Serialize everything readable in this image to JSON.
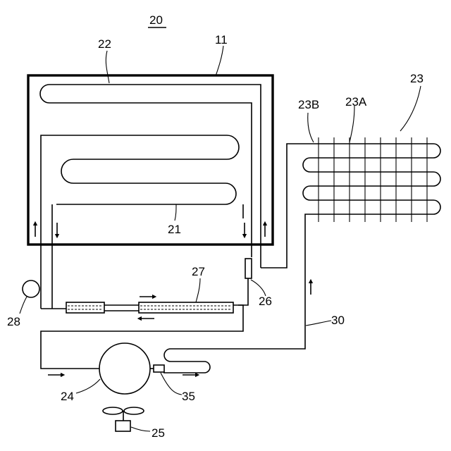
{
  "figure_label": "20",
  "labels": {
    "housing": "11",
    "pipe_22": "22",
    "pipe_21": "21",
    "condenser": "23",
    "condenser_b": "23B",
    "condenser_a": "23A",
    "valve_26": "26",
    "exchanger_27": "27",
    "sensor_28": "28",
    "pipe_30": "30",
    "compressor": "24",
    "drier_35": "35",
    "fan_25": "25"
  }
}
